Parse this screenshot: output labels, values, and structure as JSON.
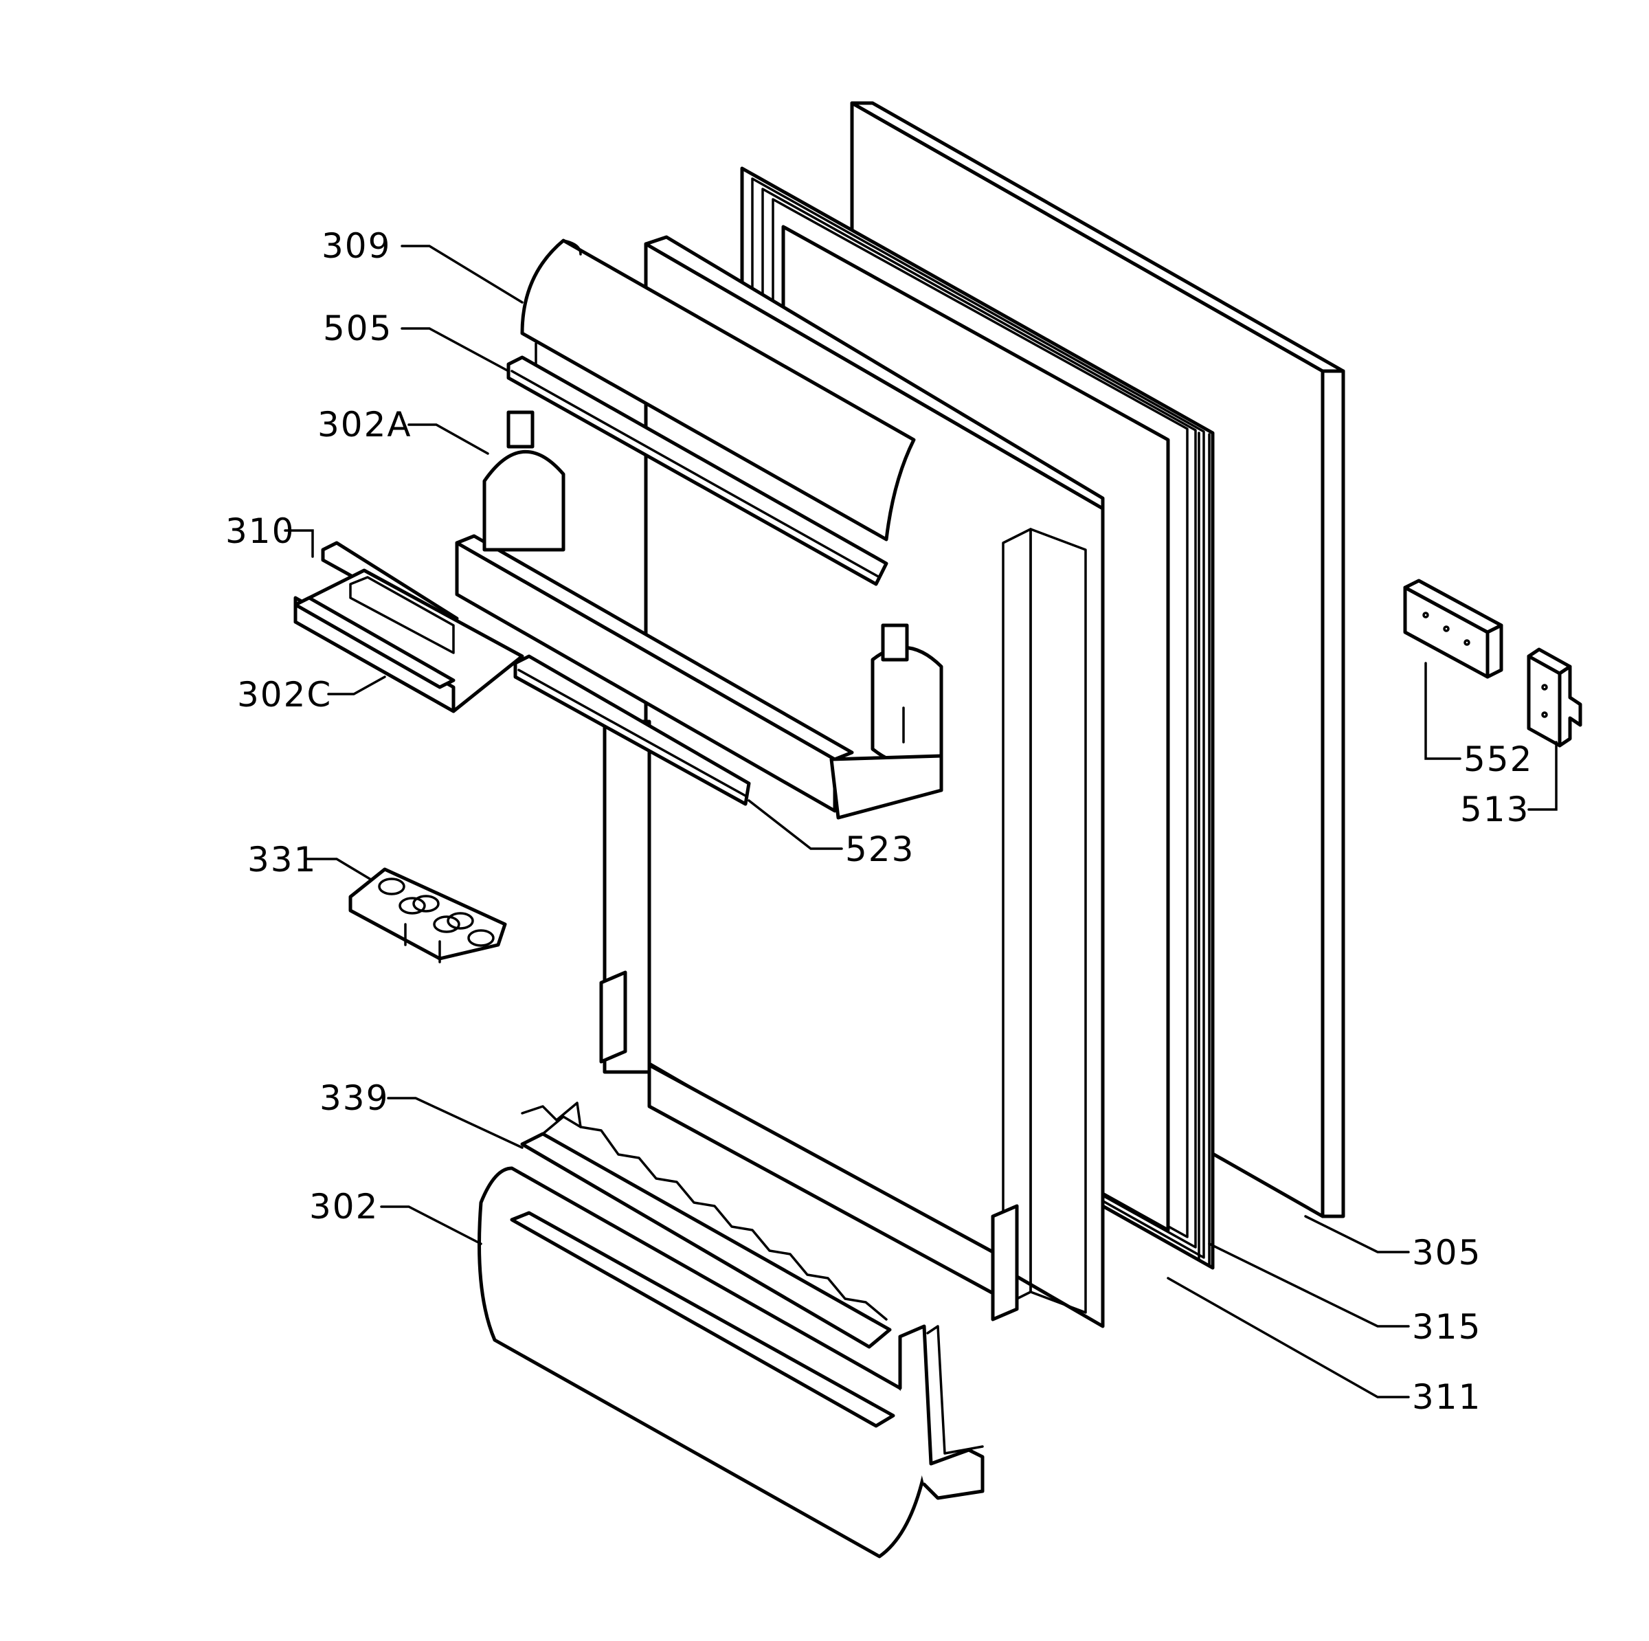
{
  "colors": {
    "ink": "#000000",
    "paper": "#ffffff"
  },
  "callouts": {
    "c309": "309",
    "c505": "505",
    "c302A": "302A",
    "c310": "310",
    "c302C": "302C",
    "c331": "331",
    "c523": "523",
    "c339": "339",
    "c302": "302",
    "c552": "552",
    "c513": "513",
    "c305": "305",
    "c315": "315",
    "c311": "311"
  }
}
